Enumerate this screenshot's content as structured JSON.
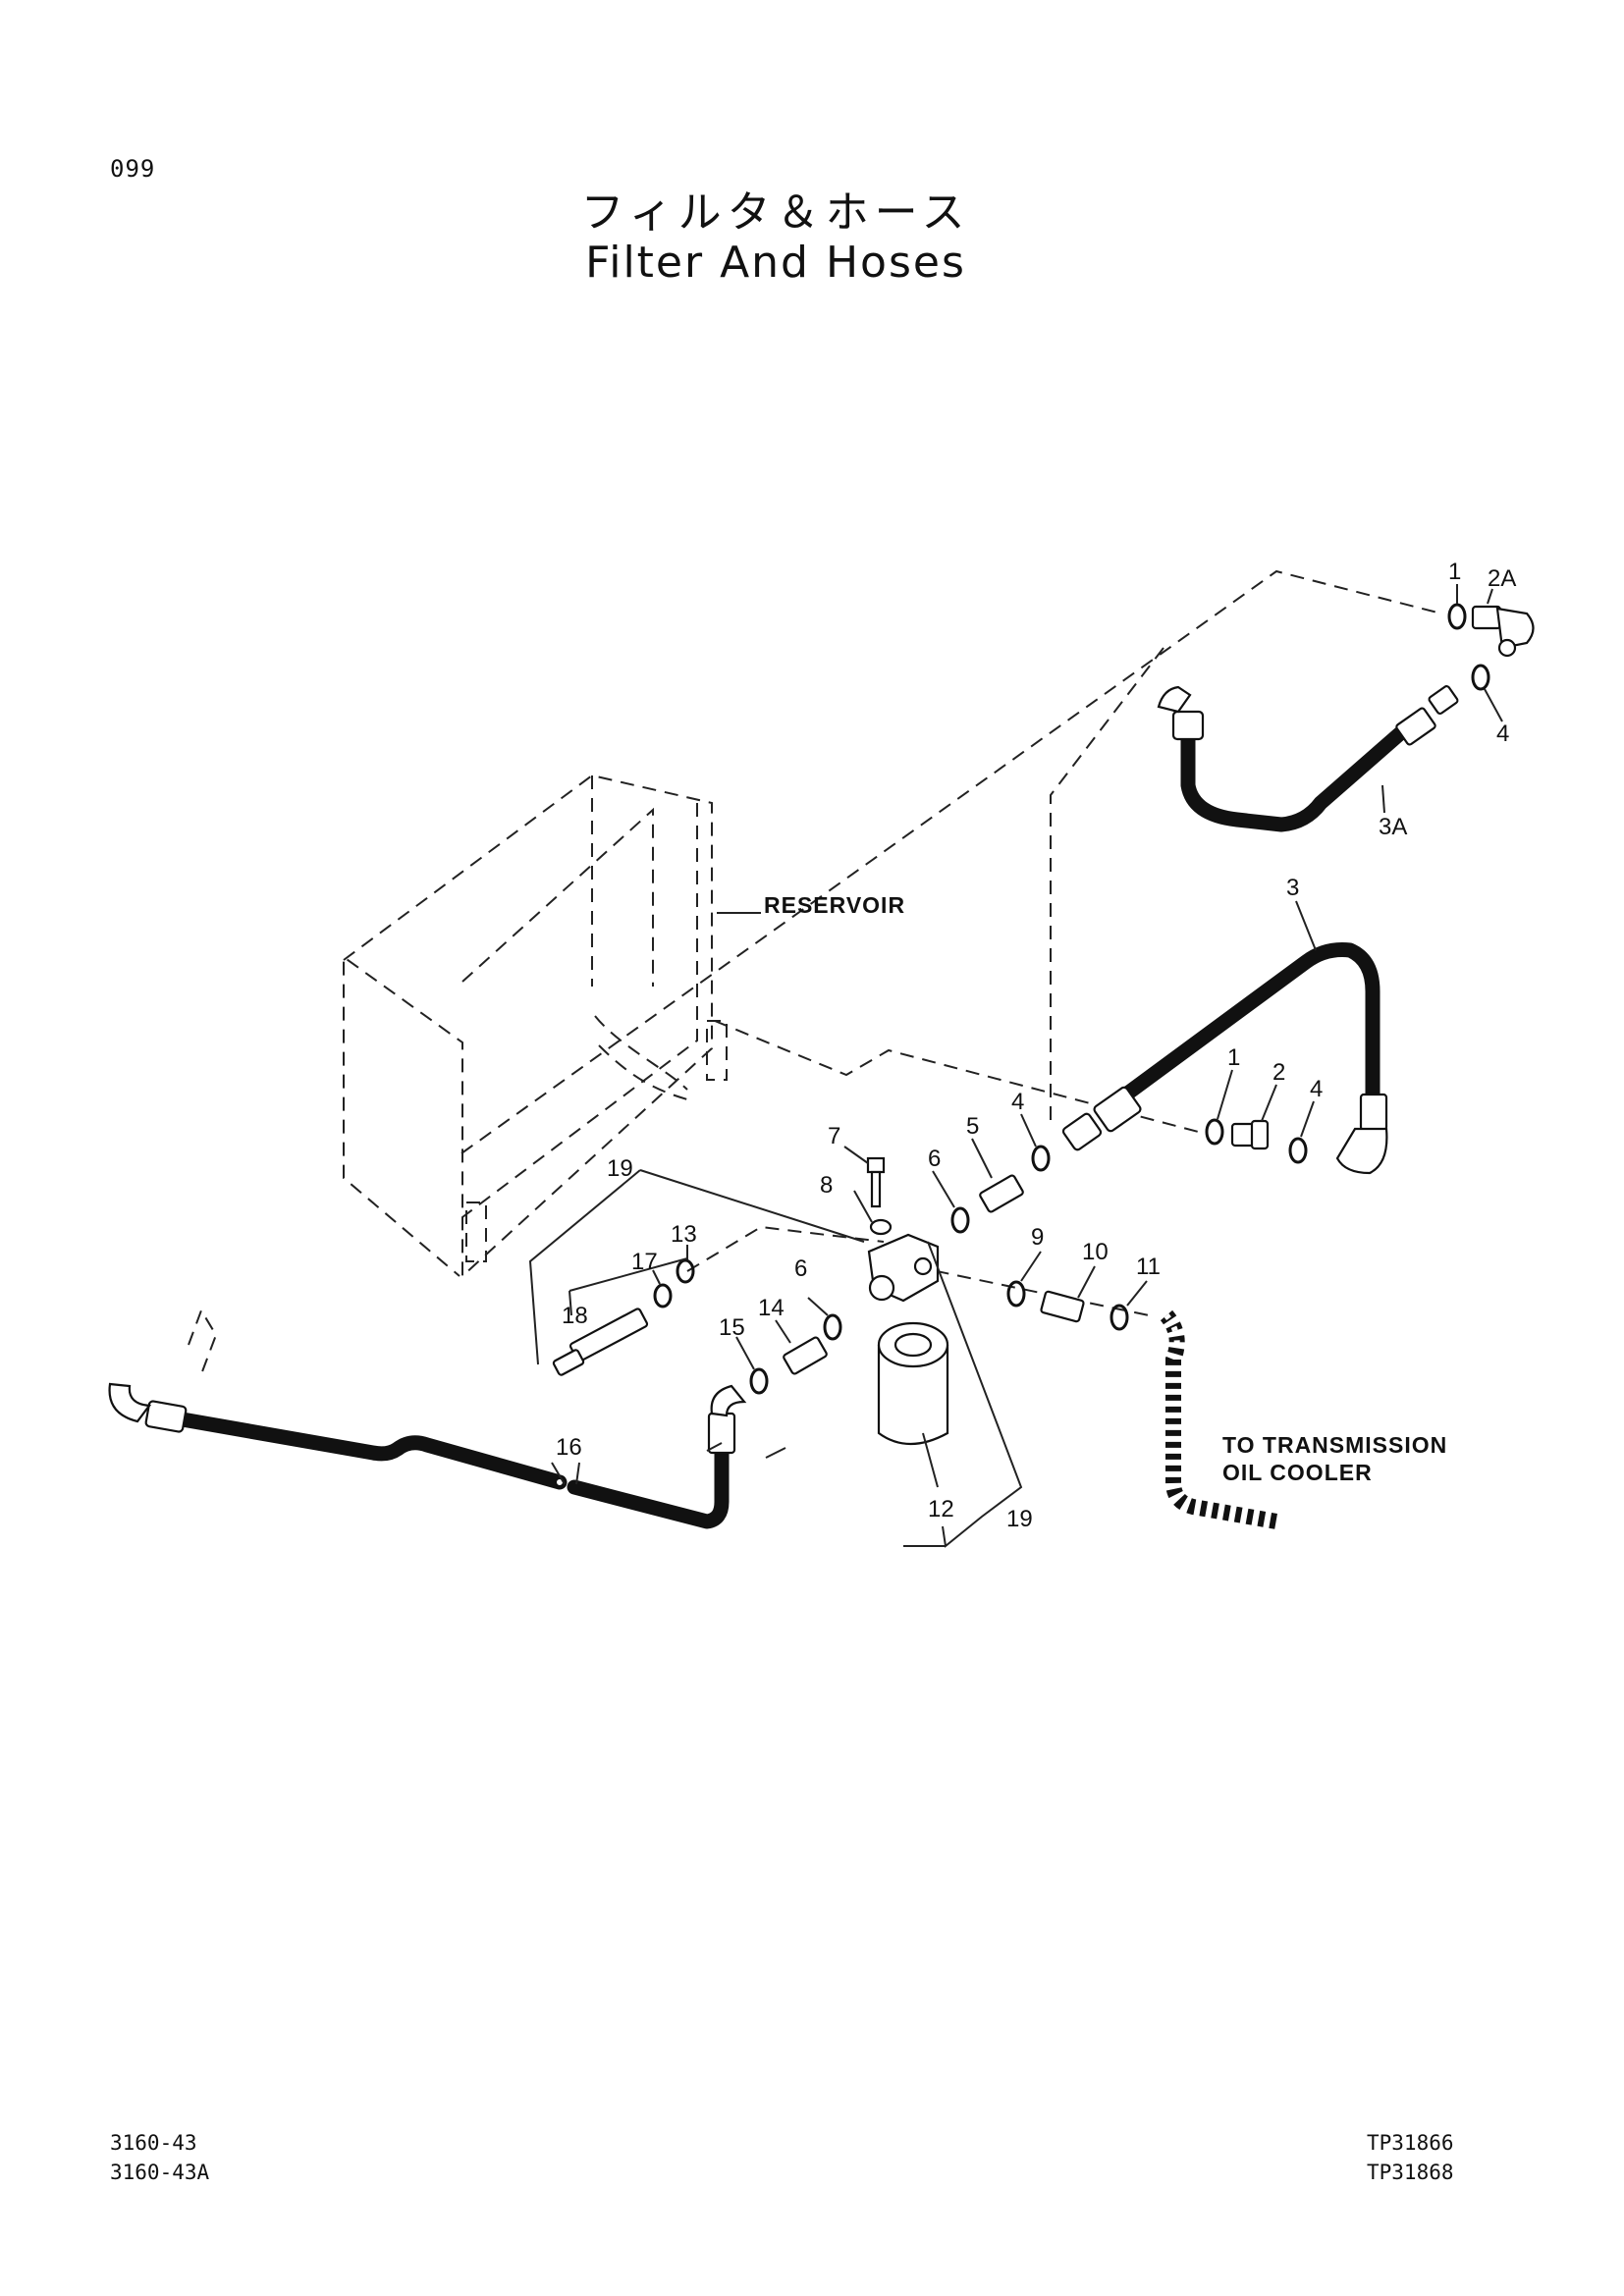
{
  "page_number": "099",
  "title_jp": "フィルタ＆ホース",
  "title_en": "Filter And Hoses",
  "callouts": {
    "reservoir": "RESERVOIR",
    "transmission_line1": "TO TRANSMISSION",
    "transmission_line2": "OIL COOLER"
  },
  "part_labels": {
    "p1_top": "1",
    "p2A": "2A",
    "p4_top": "4",
    "p3A": "3A",
    "p3": "3",
    "p1_mid": "1",
    "p2": "2",
    "p4_right": "4",
    "p4_left": "4",
    "p5": "5",
    "p6_top": "6",
    "p7": "7",
    "p8": "8",
    "p19_top": "19",
    "p13": "13",
    "p17": "17",
    "p18": "18",
    "p6_bottom": "6",
    "p14": "14",
    "p15": "15",
    "p9": "9",
    "p10": "10",
    "p11": "11",
    "p16": "16",
    "p12": "12",
    "p19_bottom": "19"
  },
  "footer": {
    "left_line1": "3160-43",
    "left_line2": "3160-43A",
    "right_line1": "TP31866",
    "right_line2": "TP31868"
  }
}
